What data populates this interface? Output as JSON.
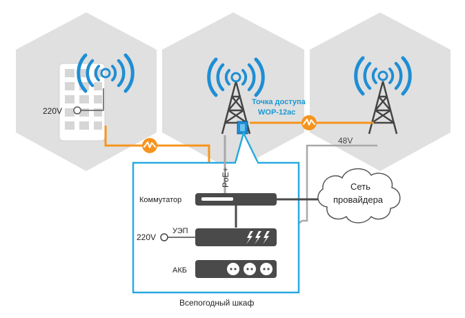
{
  "labels": {
    "voltage_left": "220V",
    "access_point_line1": "Точка доступа",
    "access_point_line2": "WOP-12ac",
    "voltage_48v": "48V",
    "poe": "PoE+",
    "switch": "Коммутатор",
    "provider_line1": "Сеть",
    "provider_line2": "провайдера",
    "ups_voltage": "220V",
    "ups": "УЭП",
    "battery": "АКБ",
    "cabinet": "Всепогодный шкаф"
  },
  "colors": {
    "hexagon": "#e0e0e0",
    "wifi_blue": "#1e8ed4",
    "accent_orange": "#f7941d",
    "cabinet_border": "#27a9e1",
    "device_dark": "#4a4a4a",
    "ap_label": "#1b97d2",
    "gray_line": "#a8a8a8"
  },
  "icons": {
    "wifi": "wifi-broadcast-icon",
    "tower": "lattice-tower-icon",
    "building": "building-icon",
    "cloud": "cloud-icon",
    "link": "wireless-link-icon",
    "lightning": "lightning-icon",
    "socket": "power-socket-icon"
  }
}
